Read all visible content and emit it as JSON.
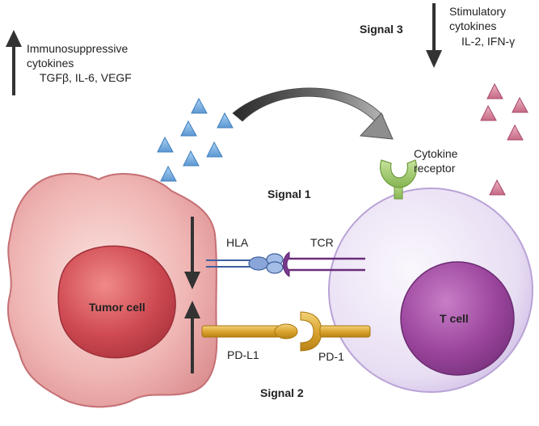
{
  "immunosuppressive": {
    "line1": "Immunosuppressive",
    "line2": "cytokines",
    "line3": "TGFβ, IL-6, VEGF"
  },
  "signal3": {
    "title": "Signal 3",
    "line1": "Stimulatory",
    "line2": "cytokines",
    "line3": "IL-2, IFN-γ"
  },
  "cytokine_receptor": {
    "line1": "Cytokine",
    "line2": "receptor"
  },
  "signal1": {
    "title": "Signal 1"
  },
  "signal2": {
    "title": "Signal 2"
  },
  "molecules": {
    "hla": "HLA",
    "tcr": "TCR",
    "pdl1": "PD-L1",
    "pd1": "PD-1"
  },
  "cells": {
    "tumor": "Tumor cell",
    "tcell": "T cell"
  },
  "colors": {
    "tumor_outer": "#e8a7a7",
    "tumor_nucleus": "#c9404a",
    "tcell_outer": "#e6dcf2",
    "tcell_nucleus": "#9a3f9a",
    "blue_triangle": "#7fb3e2",
    "pink_triangle": "#d98aa0",
    "receptor_green": "#a9cf74",
    "pd_gold": "#d9a52c",
    "hla_blue": "#8aa6d9",
    "tcr_purple": "#6a2d7a"
  }
}
